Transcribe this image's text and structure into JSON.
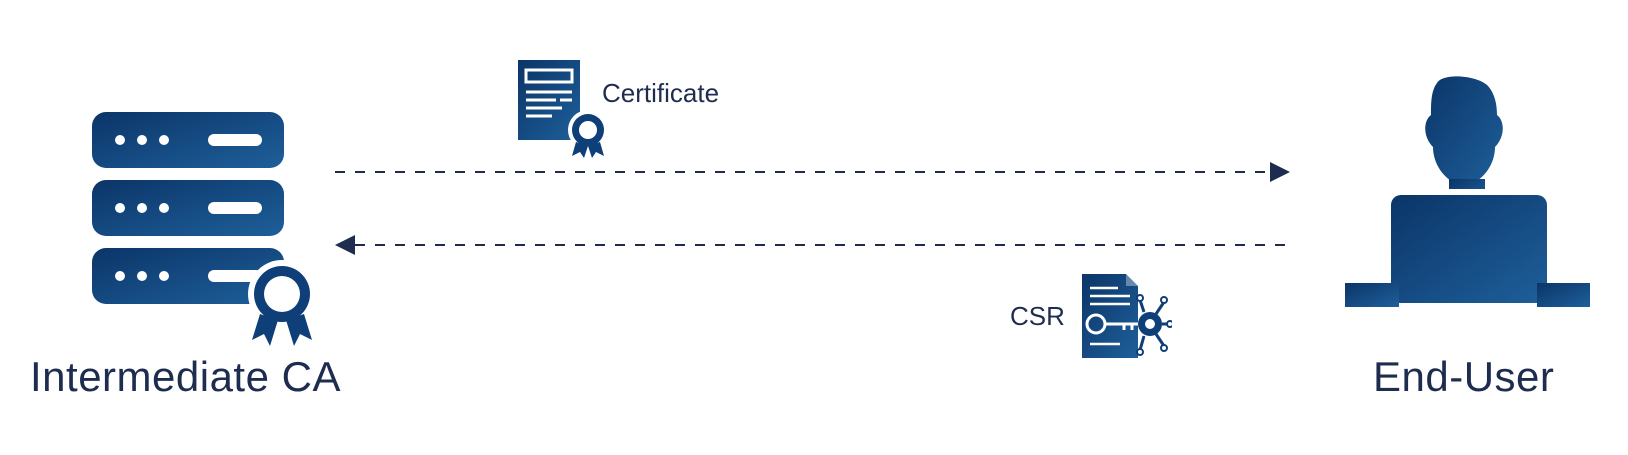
{
  "nodes": {
    "left": {
      "label": "Intermediate CA",
      "icon": "server-certificate-icon"
    },
    "right": {
      "label": "End-User",
      "icon": "user-laptop-icon"
    }
  },
  "flows": {
    "to_user": {
      "label": "Certificate",
      "icon": "certificate-document-icon",
      "style": "dashed"
    },
    "to_ca": {
      "label": "CSR",
      "icon": "csr-key-document-icon",
      "style": "dashed"
    }
  },
  "colors": {
    "icon_dark": "#0d3b72",
    "icon_light": "#1e5f9a",
    "text": "#1e2d4f",
    "arrow": "#1e2d4f"
  }
}
